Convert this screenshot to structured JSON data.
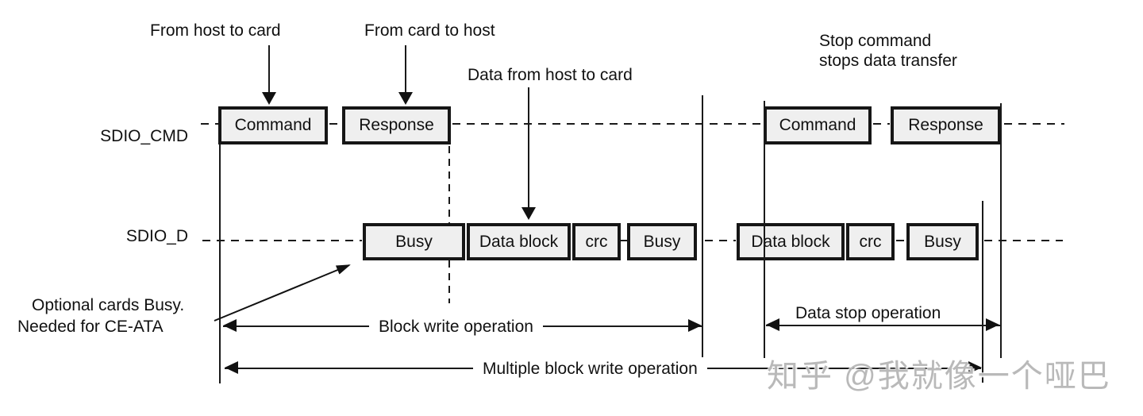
{
  "diagram": {
    "signal_labels": {
      "cmd": "SDIO_CMD",
      "d": "SDIO_D"
    },
    "cmd_boxes": {
      "command1": "Command",
      "response1": "Response",
      "command2": "Command",
      "response2": "Response"
    },
    "d_boxes": {
      "busy1": "Busy",
      "data_block1": "Data block",
      "crc1": "crc",
      "busy2": "Busy",
      "data_block2": "Data block",
      "crc2": "crc",
      "busy3": "Busy"
    },
    "callouts": {
      "from_host_to_card": "From host to card",
      "from_card_to_host": "From card to host",
      "data_from_host_to_card": "Data from host to card",
      "stop_command_line1": "Stop command",
      "stop_command_line2": "stops data transfer",
      "optional_busy_line1": "Optional cards Busy.",
      "optional_busy_line2": "Needed for CE-ATA"
    },
    "spans": {
      "block_write": "Block write operation",
      "data_stop": "Data stop operation",
      "multiple_block_write": "Multiple block write operation"
    },
    "colors": {
      "line": "#1a1a1a",
      "box_fill": "#efefef",
      "box_border": "#161616",
      "watermark": "#b9b9b9"
    }
  },
  "watermark": {
    "text": "知乎 @我就像一个哑巴"
  }
}
